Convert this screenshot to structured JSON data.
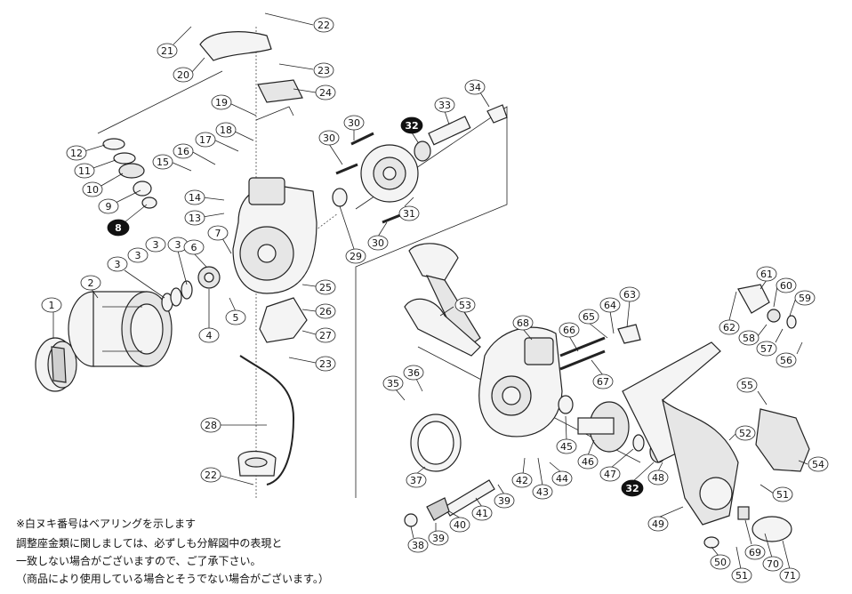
{
  "callouts": [
    {
      "num": "1",
      "dark": false
    },
    {
      "num": "2",
      "dark": false
    },
    {
      "num": "3",
      "dark": false
    },
    {
      "num": "3",
      "dark": false
    },
    {
      "num": "3",
      "dark": false
    },
    {
      "num": "3",
      "dark": false
    },
    {
      "num": "4",
      "dark": false
    },
    {
      "num": "5",
      "dark": false
    },
    {
      "num": "6",
      "dark": false
    },
    {
      "num": "7",
      "dark": false
    },
    {
      "num": "8",
      "dark": true
    },
    {
      "num": "9",
      "dark": false
    },
    {
      "num": "10",
      "dark": false
    },
    {
      "num": "11",
      "dark": false
    },
    {
      "num": "12",
      "dark": false
    },
    {
      "num": "13",
      "dark": false
    },
    {
      "num": "14",
      "dark": false
    },
    {
      "num": "15",
      "dark": false
    },
    {
      "num": "16",
      "dark": false
    },
    {
      "num": "17",
      "dark": false
    },
    {
      "num": "18",
      "dark": false
    },
    {
      "num": "19",
      "dark": false
    },
    {
      "num": "20",
      "dark": false
    },
    {
      "num": "21",
      "dark": false
    },
    {
      "num": "22",
      "dark": false
    },
    {
      "num": "22",
      "dark": false
    },
    {
      "num": "23",
      "dark": false
    },
    {
      "num": "23",
      "dark": false
    },
    {
      "num": "24",
      "dark": false
    },
    {
      "num": "25",
      "dark": false
    },
    {
      "num": "26",
      "dark": false
    },
    {
      "num": "27",
      "dark": false
    },
    {
      "num": "28",
      "dark": false
    },
    {
      "num": "29",
      "dark": false
    },
    {
      "num": "30",
      "dark": false
    },
    {
      "num": "30",
      "dark": false
    },
    {
      "num": "30",
      "dark": false
    },
    {
      "num": "31",
      "dark": false
    },
    {
      "num": "32",
      "dark": true
    },
    {
      "num": "33",
      "dark": false
    },
    {
      "num": "34",
      "dark": false
    },
    {
      "num": "35",
      "dark": false
    },
    {
      "num": "36",
      "dark": false
    },
    {
      "num": "37",
      "dark": false
    },
    {
      "num": "38",
      "dark": false
    },
    {
      "num": "39",
      "dark": false
    },
    {
      "num": "39",
      "dark": false
    },
    {
      "num": "40",
      "dark": false
    },
    {
      "num": "41",
      "dark": false
    },
    {
      "num": "42",
      "dark": false
    },
    {
      "num": "43",
      "dark": false
    },
    {
      "num": "44",
      "dark": false
    },
    {
      "num": "45",
      "dark": false
    },
    {
      "num": "46",
      "dark": false
    },
    {
      "num": "47",
      "dark": false
    },
    {
      "num": "32",
      "dark": true
    },
    {
      "num": "48",
      "dark": false
    },
    {
      "num": "49",
      "dark": false
    },
    {
      "num": "50",
      "dark": false
    },
    {
      "num": "51",
      "dark": false
    },
    {
      "num": "51",
      "dark": false
    },
    {
      "num": "52",
      "dark": false
    },
    {
      "num": "53",
      "dark": false
    },
    {
      "num": "54",
      "dark": false
    },
    {
      "num": "55",
      "dark": false
    },
    {
      "num": "56",
      "dark": false
    },
    {
      "num": "57",
      "dark": false
    },
    {
      "num": "58",
      "dark": false
    },
    {
      "num": "59",
      "dark": false
    },
    {
      "num": "60",
      "dark": false
    },
    {
      "num": "61",
      "dark": false
    },
    {
      "num": "62",
      "dark": false
    },
    {
      "num": "63",
      "dark": false
    },
    {
      "num": "64",
      "dark": false
    },
    {
      "num": "65",
      "dark": false
    },
    {
      "num": "66",
      "dark": false
    },
    {
      "num": "67",
      "dark": false
    },
    {
      "num": "68",
      "dark": false
    },
    {
      "num": "69",
      "dark": false
    },
    {
      "num": "70",
      "dark": false
    },
    {
      "num": "71",
      "dark": false
    }
  ],
  "notes": {
    "bearing": "※白ヌキ番号はベアリングを示します",
    "line1": "調整座金類に関しましては、必ずしも分解図中の表現と",
    "line2": "一致しない場合がございますので、ご了承下さい。",
    "line3": "（商品により使用している場合とそうでない場合がございます。）"
  }
}
